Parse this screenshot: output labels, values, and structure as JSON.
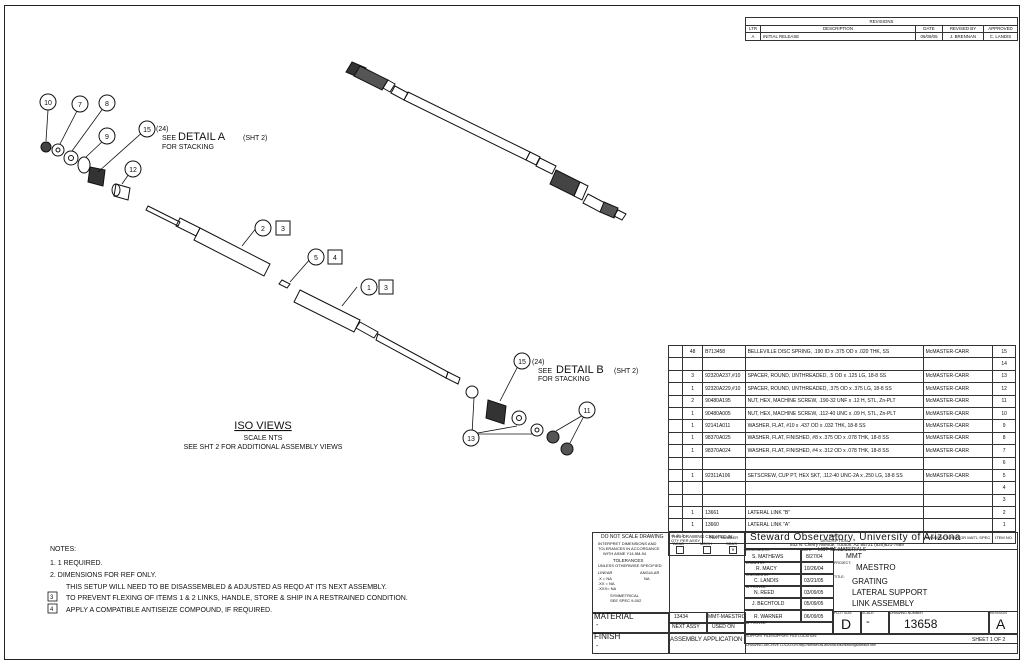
{
  "revisions": {
    "title": "REVISIONS",
    "headers": [
      "LTR",
      "DESCRIPTION",
      "DATE",
      "REVISED BY",
      "APPROVED"
    ],
    "rows": [
      [
        "A",
        "INITIAL RELEASE",
        "06/09/05",
        "J. BRENNAN",
        "C. LANDIS"
      ]
    ]
  },
  "callouts": {
    "detail_a_qty": "(24)",
    "detail_a_see": "SEE",
    "detail_a_title": "DETAIL A",
    "detail_a_sht": "(SHT 2)",
    "detail_a_for": "FOR STACKING",
    "detail_b_qty": "(24)",
    "detail_b_see": "SEE",
    "detail_b_title": "DETAIL B",
    "detail_b_sht": "(SHT 2)",
    "detail_b_for": "FOR STACKING",
    "balloons": {
      "b10": "10",
      "b7": "7",
      "b8": "8",
      "b9": "9",
      "b15a": "15",
      "b12": "12",
      "b2": "2",
      "b3a": "3",
      "b5": "5",
      "b4": "4",
      "b1": "1",
      "b3b": "3",
      "b15b": "15",
      "b13": "13",
      "b11": "11"
    }
  },
  "iso": {
    "title": "ISO VIEWS",
    "scale": "SCALE NTS",
    "see": "SEE SHT 2 FOR ADDITIONAL ASSEMBLY VIEWS"
  },
  "notes": {
    "heading": "NOTES:",
    "n1": "1.  1 REQUIRED.",
    "n2": "2.  DIMENSIONS FOR REF ONLY.",
    "n2b": "THIS SETUP WILL NEED TO BE DISASSEMBLED & ADJUSTED AS REQD AT ITS NEXT ASSEMBLY.",
    "n3_num": "3",
    "n3": "TO PREVENT FLEXING OF ITEMS 1 & 2 LINKS, HANDLE, STORE & SHIP IN A RESTRAINED CONDITION.",
    "n4_num": "4",
    "n4": "APPLY A COMPATIBLE ANTISEIZE COMPOUND, IF REQUIRED."
  },
  "bom": {
    "rows": [
      {
        "flag": "",
        "qty": "48",
        "part": "B713458",
        "desc": "BELLEVILLE DISC SPRING, .190 ID x .375 OD x .020 THK, SS",
        "vendor": "McMASTER-CARR",
        "item": "15"
      },
      {
        "flag": "",
        "qty": "",
        "part": "",
        "desc": "",
        "vendor": "",
        "item": "14"
      },
      {
        "flag": "",
        "qty": "3",
        "part": "92320A237,#10",
        "desc": "SPACER, ROUND, UNTHREADED, .5 OD x .125 LG, 18-8 SS",
        "vendor": "McMASTER-CARR",
        "item": "13"
      },
      {
        "flag": "",
        "qty": "1",
        "part": "92320A229,#10",
        "desc": "SPACER, ROUND, UNTHREADED, .375 OD x .375 LG, 18-8 SS",
        "vendor": "McMASTER-CARR",
        "item": "12"
      },
      {
        "flag": "",
        "qty": "2",
        "part": "90480A195",
        "desc": "NUT, HEX, MACHINE SCREW, .190-32 UNF x .12 H, STL, Zn-PLT",
        "vendor": "McMASTER-CARR",
        "item": "11"
      },
      {
        "flag": "",
        "qty": "1",
        "part": "90480A005",
        "desc": "NUT, HEX, MACHINE SCREW, .112-40 UNC x .09 H, STL, Zn-PLT",
        "vendor": "McMASTER-CARR",
        "item": "10"
      },
      {
        "flag": "",
        "qty": "1",
        "part": "92141A011",
        "desc": "WASHER, FLAT, #10 x .437 OD x .032 THK, 18-8 SS",
        "vendor": "McMASTER-CARR",
        "item": "9"
      },
      {
        "flag": "",
        "qty": "1",
        "part": "98370A025",
        "desc": "WASHER, FLAT, FINISHED, #8 x .375 OD x .078 THK, 18-8 SS",
        "vendor": "McMASTER-CARR",
        "item": "8"
      },
      {
        "flag": "",
        "qty": "1",
        "part": "98370A024",
        "desc": "WASHER, FLAT, FINISHED, #4 x .312 OD x .078 THK, 18-8 SS",
        "vendor": "McMASTER-CARR",
        "item": "7"
      },
      {
        "flag": "",
        "qty": "",
        "part": "",
        "desc": "",
        "vendor": "",
        "item": "6"
      },
      {
        "flag": "",
        "qty": "1",
        "part": "92311A106",
        "desc": "SETSCREW, CUP PT, HEX SKT, .112-40 UNC-2A x .250 LG, 18-8 SS",
        "vendor": "McMASTER-CARR",
        "item": "5"
      },
      {
        "flag": "",
        "qty": "",
        "part": "",
        "desc": "",
        "vendor": "",
        "item": "4"
      },
      {
        "flag": "",
        "qty": "",
        "part": "",
        "desc": "",
        "vendor": "",
        "item": "3"
      },
      {
        "flag": "",
        "qty": "1",
        "part": "13661",
        "desc": "LATERAL LINK \"B\"",
        "vendor": "",
        "item": "2"
      },
      {
        "flag": "",
        "qty": "1",
        "part": "13660",
        "desc": "LATERAL LINK \"A\"",
        "vendor": "",
        "item": "1"
      }
    ],
    "footer": {
      "cols": "-1 -2 -3",
      "qty_label": "QTY PER ASSY",
      "part_label": "PART NUMBER",
      "desc_label1": "PART",
      "desc_label2": "DESCRIPTION",
      "vendor_label": "MANUFACTURER OR MAT'L SPEC",
      "item_label": "ITEM NO.",
      "list_title": "LIST OF MATERIALS"
    }
  },
  "title_block": {
    "no_scale": "DO NOT SCALE DRAWING",
    "interpret1": "INTERPRET DIMENSIONS AND",
    "interpret2": "TOLERANCES IN ACCORDANCE",
    "interpret3": "WITH ASME Y14.5M-94",
    "tol_title": "TOLERANCES",
    "tol_sub": "UNLESS OTHERWISE SPECIFIED",
    "linear": "LINEAR",
    "angular": "ANGULAR",
    "tol1": ".X  = NA",
    "tol2": ".XX = NA",
    "tol3": ".XXX= NA",
    "tol_ang": "NA",
    "sym_title": "SYMMETRICAL",
    "sym_spec": "SEE SPEC 9-002",
    "created_in": "THIS DRAWING CREATED IN:",
    "acad": "ACAD",
    "mech": "MECH",
    "sdas": "SDAS",
    "designed_by_lbl": "DESIGNED BY:",
    "designed_by": "S. MATHEWS",
    "date_lbl": "DATE:",
    "date1": "8/27/04",
    "category_lbl": "CATEGORY:",
    "category": "MMT",
    "drawn_by_lbl": "DRAWN BY:",
    "drawn_by": "R. MACY",
    "date2": "10/26/04",
    "project_lbl": "PROJECT:",
    "project": "MAESTRO",
    "checked_lbl": "CHECKED BY:",
    "checked_by": "C. LANDIS",
    "date3": "03/21/05",
    "title_lbl": "TITLE:",
    "title1": "GRATING",
    "title2": "LATERAL SUPPORT",
    "title3": "LINK ASSEMBLY",
    "approved1_lbl": "APPROVED:",
    "approved1": "N. REED",
    "date4": "03/09/05",
    "approved2": "J. BECHTOLD",
    "date5": "05/09/05",
    "approved3": "R. WARNER",
    "date6": "06/09/05",
    "approved4_lbl": "APPROVED:",
    "plot_size_lbl": "PLOT SIZE",
    "plot_size": "D",
    "scale_lbl": "SCALE:",
    "scale": "-",
    "dwg_num_lbl": "DRAWING NUMBER",
    "dwg_num": "13658",
    "revision_lbl": "REVISION",
    "revision": "A",
    "sheet": "SHEET 1  OF 2",
    "org_name": "Steward Observatory, University of Arizona",
    "org_addr": "933 N. Cherry Avenue, Tucson, AZ  85721     (520)621-7669",
    "material_lbl": "MATERIAL",
    "material": "-",
    "finish_lbl": "FINISH",
    "finish": "-",
    "next_assy_num": "13434",
    "next_assy_name": "MMT-MAESTRO",
    "next_assy_lbl": "NEXT ASSY",
    "used_on_lbl": "USED ON",
    "assembly_app": "ASSEMBLY APPLICATION",
    "support_file": "SUPPORT FILE/SUPPORT FILE LOCATION:",
    "archive": "DRAWING ARCHIVE LOCATION:http://sbeiset.as.arizona.edu/drawings/default.htm"
  }
}
